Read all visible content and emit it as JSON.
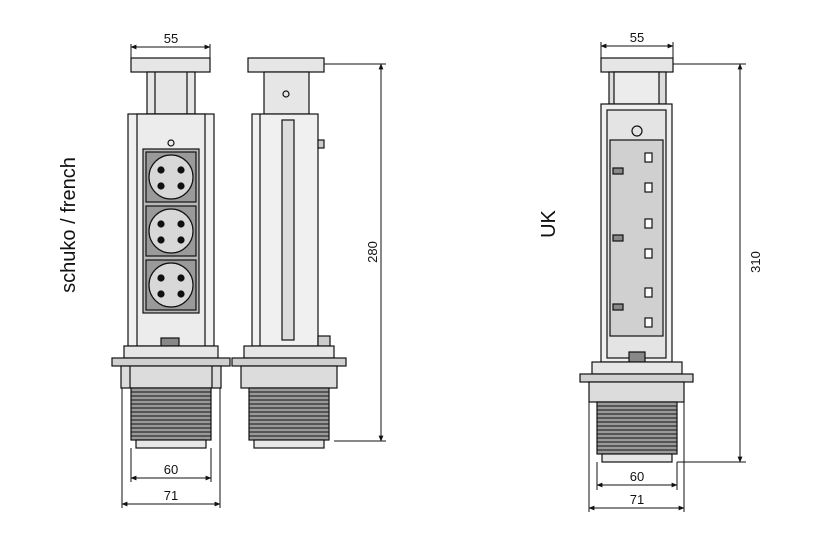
{
  "labels": {
    "variant_left": "schuko / french",
    "variant_right": "UK"
  },
  "dimensions": {
    "left_top_width": "55",
    "left_height": "280",
    "left_thread_width": "60",
    "left_flange_width": "71",
    "right_top_width": "55",
    "right_height": "310",
    "right_thread_width": "60",
    "right_flange_width": "71"
  },
  "colors": {
    "line": "#111111",
    "body_fill": "#e6e6e6",
    "socket_panel": "#b8b8b8",
    "socket_face": "#d8d8d8",
    "thread": "#888888"
  }
}
